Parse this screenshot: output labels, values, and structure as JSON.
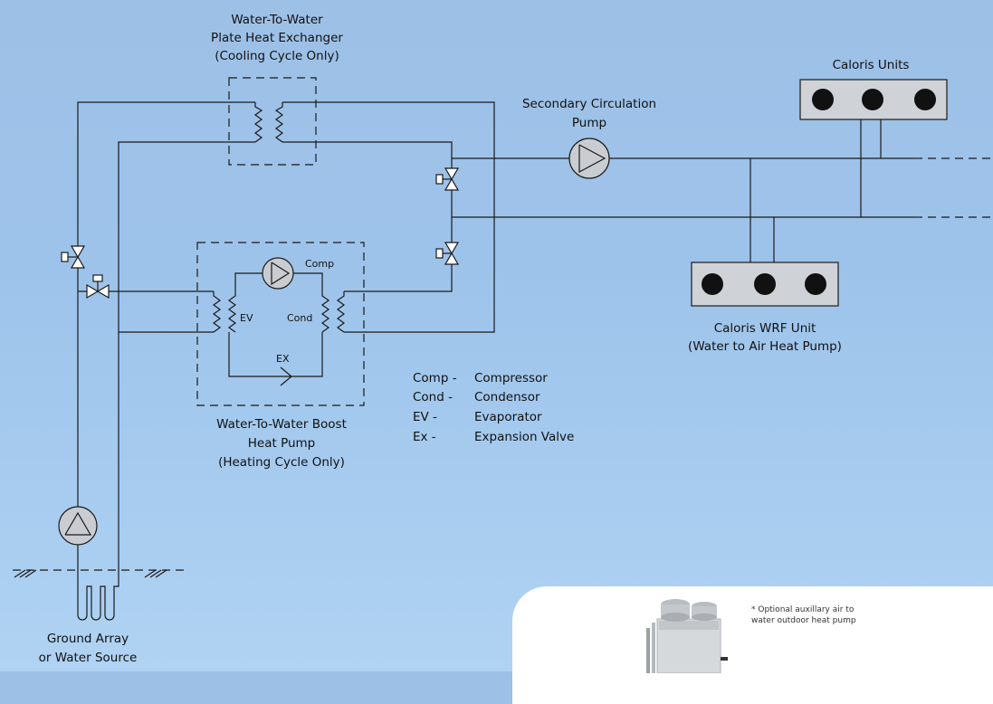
{
  "labels": {
    "plate_hx": [
      "Water-To-Water",
      "Plate Heat Exchanger",
      "(Cooling Cycle Only)"
    ],
    "secondary_pump": [
      "Secondary Circulation",
      "Pump"
    ],
    "caloris_units": "Caloris Units",
    "wrf_unit": [
      "Caloris WRF Unit",
      "(Water to Air Heat Pump)"
    ],
    "boost_hp": [
      "Water-To-Water Boost",
      "Heat Pump",
      "(Heating Cycle Only)"
    ],
    "ground": [
      "Ground Array",
      "or Water Source"
    ],
    "comp": "Comp",
    "ev": "EV",
    "cond": "Cond",
    "ex": "EX"
  },
  "legend": [
    {
      "abbr": "Comp -",
      "desc": "Compressor"
    },
    {
      "abbr": "Cond -",
      "desc": "Condensor"
    },
    {
      "abbr": "EV -",
      "desc": "Evaporator"
    },
    {
      "abbr": "Ex -",
      "desc": "Expansion Valve"
    }
  ],
  "inset": {
    "note": "* Optional auxillary air to water outdoor heat pump"
  },
  "colors": {
    "background": "#9ec3ea",
    "line": "#1a1a1a",
    "unit_box": "#cfd2d6",
    "pump_fill": "#c9ccd0",
    "fan": "#111111"
  }
}
